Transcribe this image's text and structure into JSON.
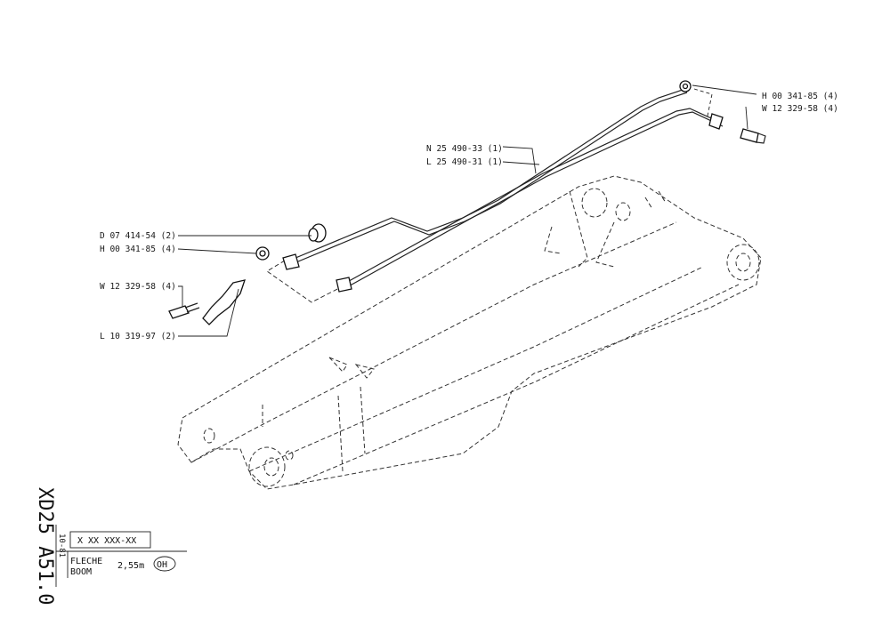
{
  "drawing": {
    "part_labels": [
      {
        "text": "H 00 341-85 (4)"
      },
      {
        "text": "W 12 329-58 (4)"
      },
      {
        "text": "N 25 490-33 (1)"
      },
      {
        "text": "L 25 490-31 (1)"
      },
      {
        "text": "D 07 414-54 (2)"
      },
      {
        "text": "H 00 341-85 (4)"
      },
      {
        "text": "W 12 329-58 (4)"
      },
      {
        "text": "L 10 319-97 (2)"
      }
    ]
  },
  "title_block": {
    "document_code": "XD25 A51.0",
    "date": "10-81",
    "number_placeholder": "X XX XXX-XX",
    "title_fr": "FLECHE",
    "title_en": "BOOM",
    "length": "2,55m",
    "variant": "OH"
  }
}
